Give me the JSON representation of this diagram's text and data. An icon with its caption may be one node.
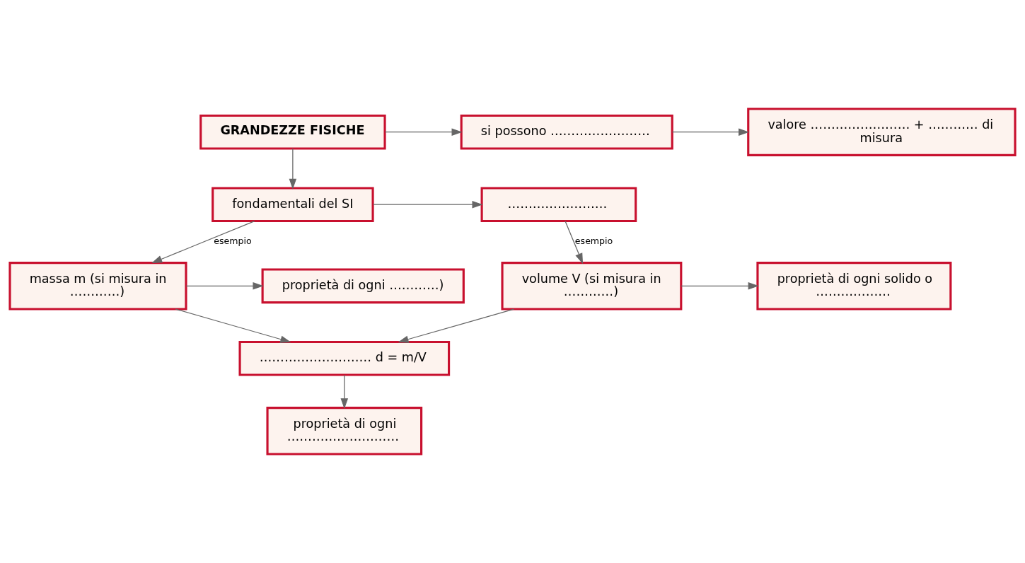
{
  "diagram": {
    "nodes": [
      {
        "text": [
          "GRANDEZZE FISICHE"
        ]
      },
      {
        "text": [
          "si possono ……………………"
        ]
      },
      {
        "text": [
          "valore …………………… + ………… di misura"
        ]
      },
      {
        "text": [
          "fondamentali del SI"
        ]
      },
      {
        "text": [
          "……………………"
        ]
      },
      {
        "text": [
          "proprietà di ogni …………)"
        ]
      },
      {
        "text": [
          "massa m (si misura in …………)"
        ]
      },
      {
        "text": [
          "volume V (si misura in …………)"
        ]
      },
      {
        "text": [
          "proprietà di ogni solido o ………………"
        ]
      },
      {
        "text": [
          "……………………… d = m/V"
        ]
      },
      {
        "text": [
          "proprietà di ogni ………………………"
        ]
      }
    ],
    "edges": [
      {
        "from": 0,
        "to": 1,
        "arrow": "to"
      },
      {
        "from": 1,
        "to": 2,
        "arrow": "to"
      },
      {
        "from": 0,
        "to": 3,
        "arrow": "to"
      },
      {
        "from": 3,
        "to": 4,
        "arrow": "to"
      },
      {
        "from": 3,
        "to": 6,
        "arrow": "to",
        "label": "esempio"
      },
      {
        "from": 4,
        "to": 7,
        "arrow": "to",
        "label": "esempio"
      },
      {
        "from": 6,
        "to": 5,
        "arrow": "to"
      },
      {
        "from": 7,
        "to": 8,
        "arrow": "to"
      },
      {
        "from": 6,
        "to": 9,
        "arrow": "to"
      },
      {
        "from": 7,
        "to": 9,
        "arrow": "to"
      },
      {
        "from": 9,
        "to": 10,
        "arrow": "to"
      }
    ]
  }
}
